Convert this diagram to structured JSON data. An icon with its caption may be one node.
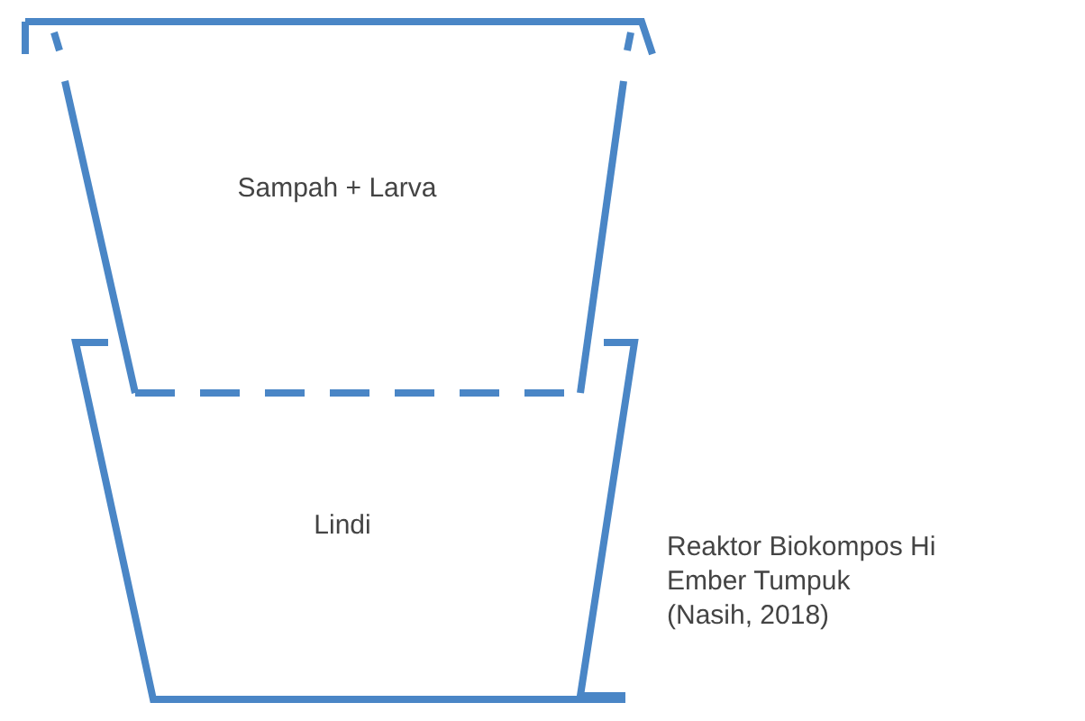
{
  "diagram": {
    "nodes": [
      {
        "text": [
          "Sampah + Larva"
        ]
      },
      {
        "text": [
          "Lindi"
        ]
      }
    ],
    "labels": [
      "Reaktor Biokompos Hi Ember Tumpuk",
      "(Nasih, 2018)"
    ]
  }
}
